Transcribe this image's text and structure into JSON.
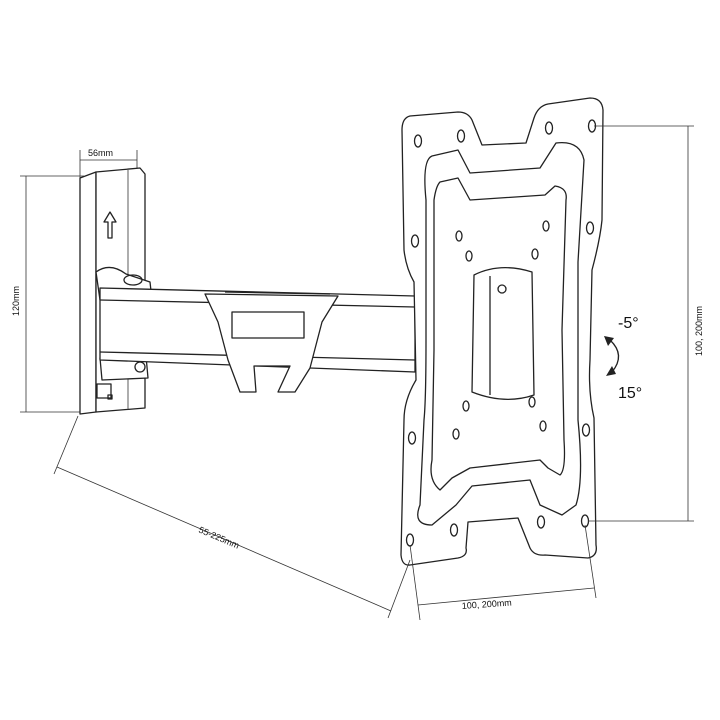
{
  "labels": {
    "plate_width": "56mm",
    "plate_height": "120mm",
    "arm_reach": "55-225mm",
    "vesa_horizontal": "100, 200mm",
    "vesa_vertical": "100, 200mm",
    "tilt_up": "-5°",
    "tilt_down": "15°"
  },
  "colors": {
    "line": "#222222",
    "background": "#ffffff"
  }
}
